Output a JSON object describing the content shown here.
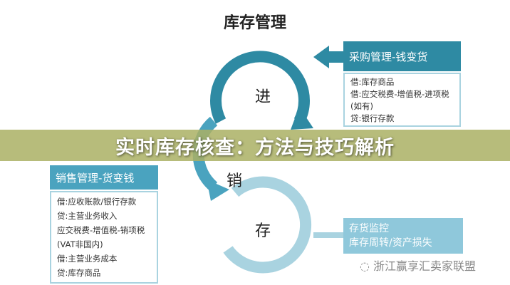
{
  "title": "库存管理",
  "cycle": {
    "in": "进",
    "sell": "销",
    "stock": "存"
  },
  "purchase": {
    "header": "采购管理-钱变货",
    "lines": [
      "借:库存商品",
      "借:应交税费-增值税-进项税",
      "(如有)",
      "贷:银行存款"
    ]
  },
  "sales": {
    "header": "销售管理-货变钱",
    "lines": [
      "借:应收账款/银行存款",
      "贷:主营业务收入",
      "应交税费-增值税-销项税",
      "(VAT非国内)",
      "借:主营业务成本",
      "贷:库存商品"
    ]
  },
  "inventory": {
    "lines": [
      "存货监控",
      "库存周转/资产损失"
    ]
  },
  "banner": "实时库存核查：方法与技巧解析",
  "watermark": "浙江赢享汇卖家联盟",
  "colors": {
    "dark": "#2e8aa3",
    "mid": "#4aa3bf",
    "light": "#a9d3e0",
    "banner": "#aab064"
  }
}
